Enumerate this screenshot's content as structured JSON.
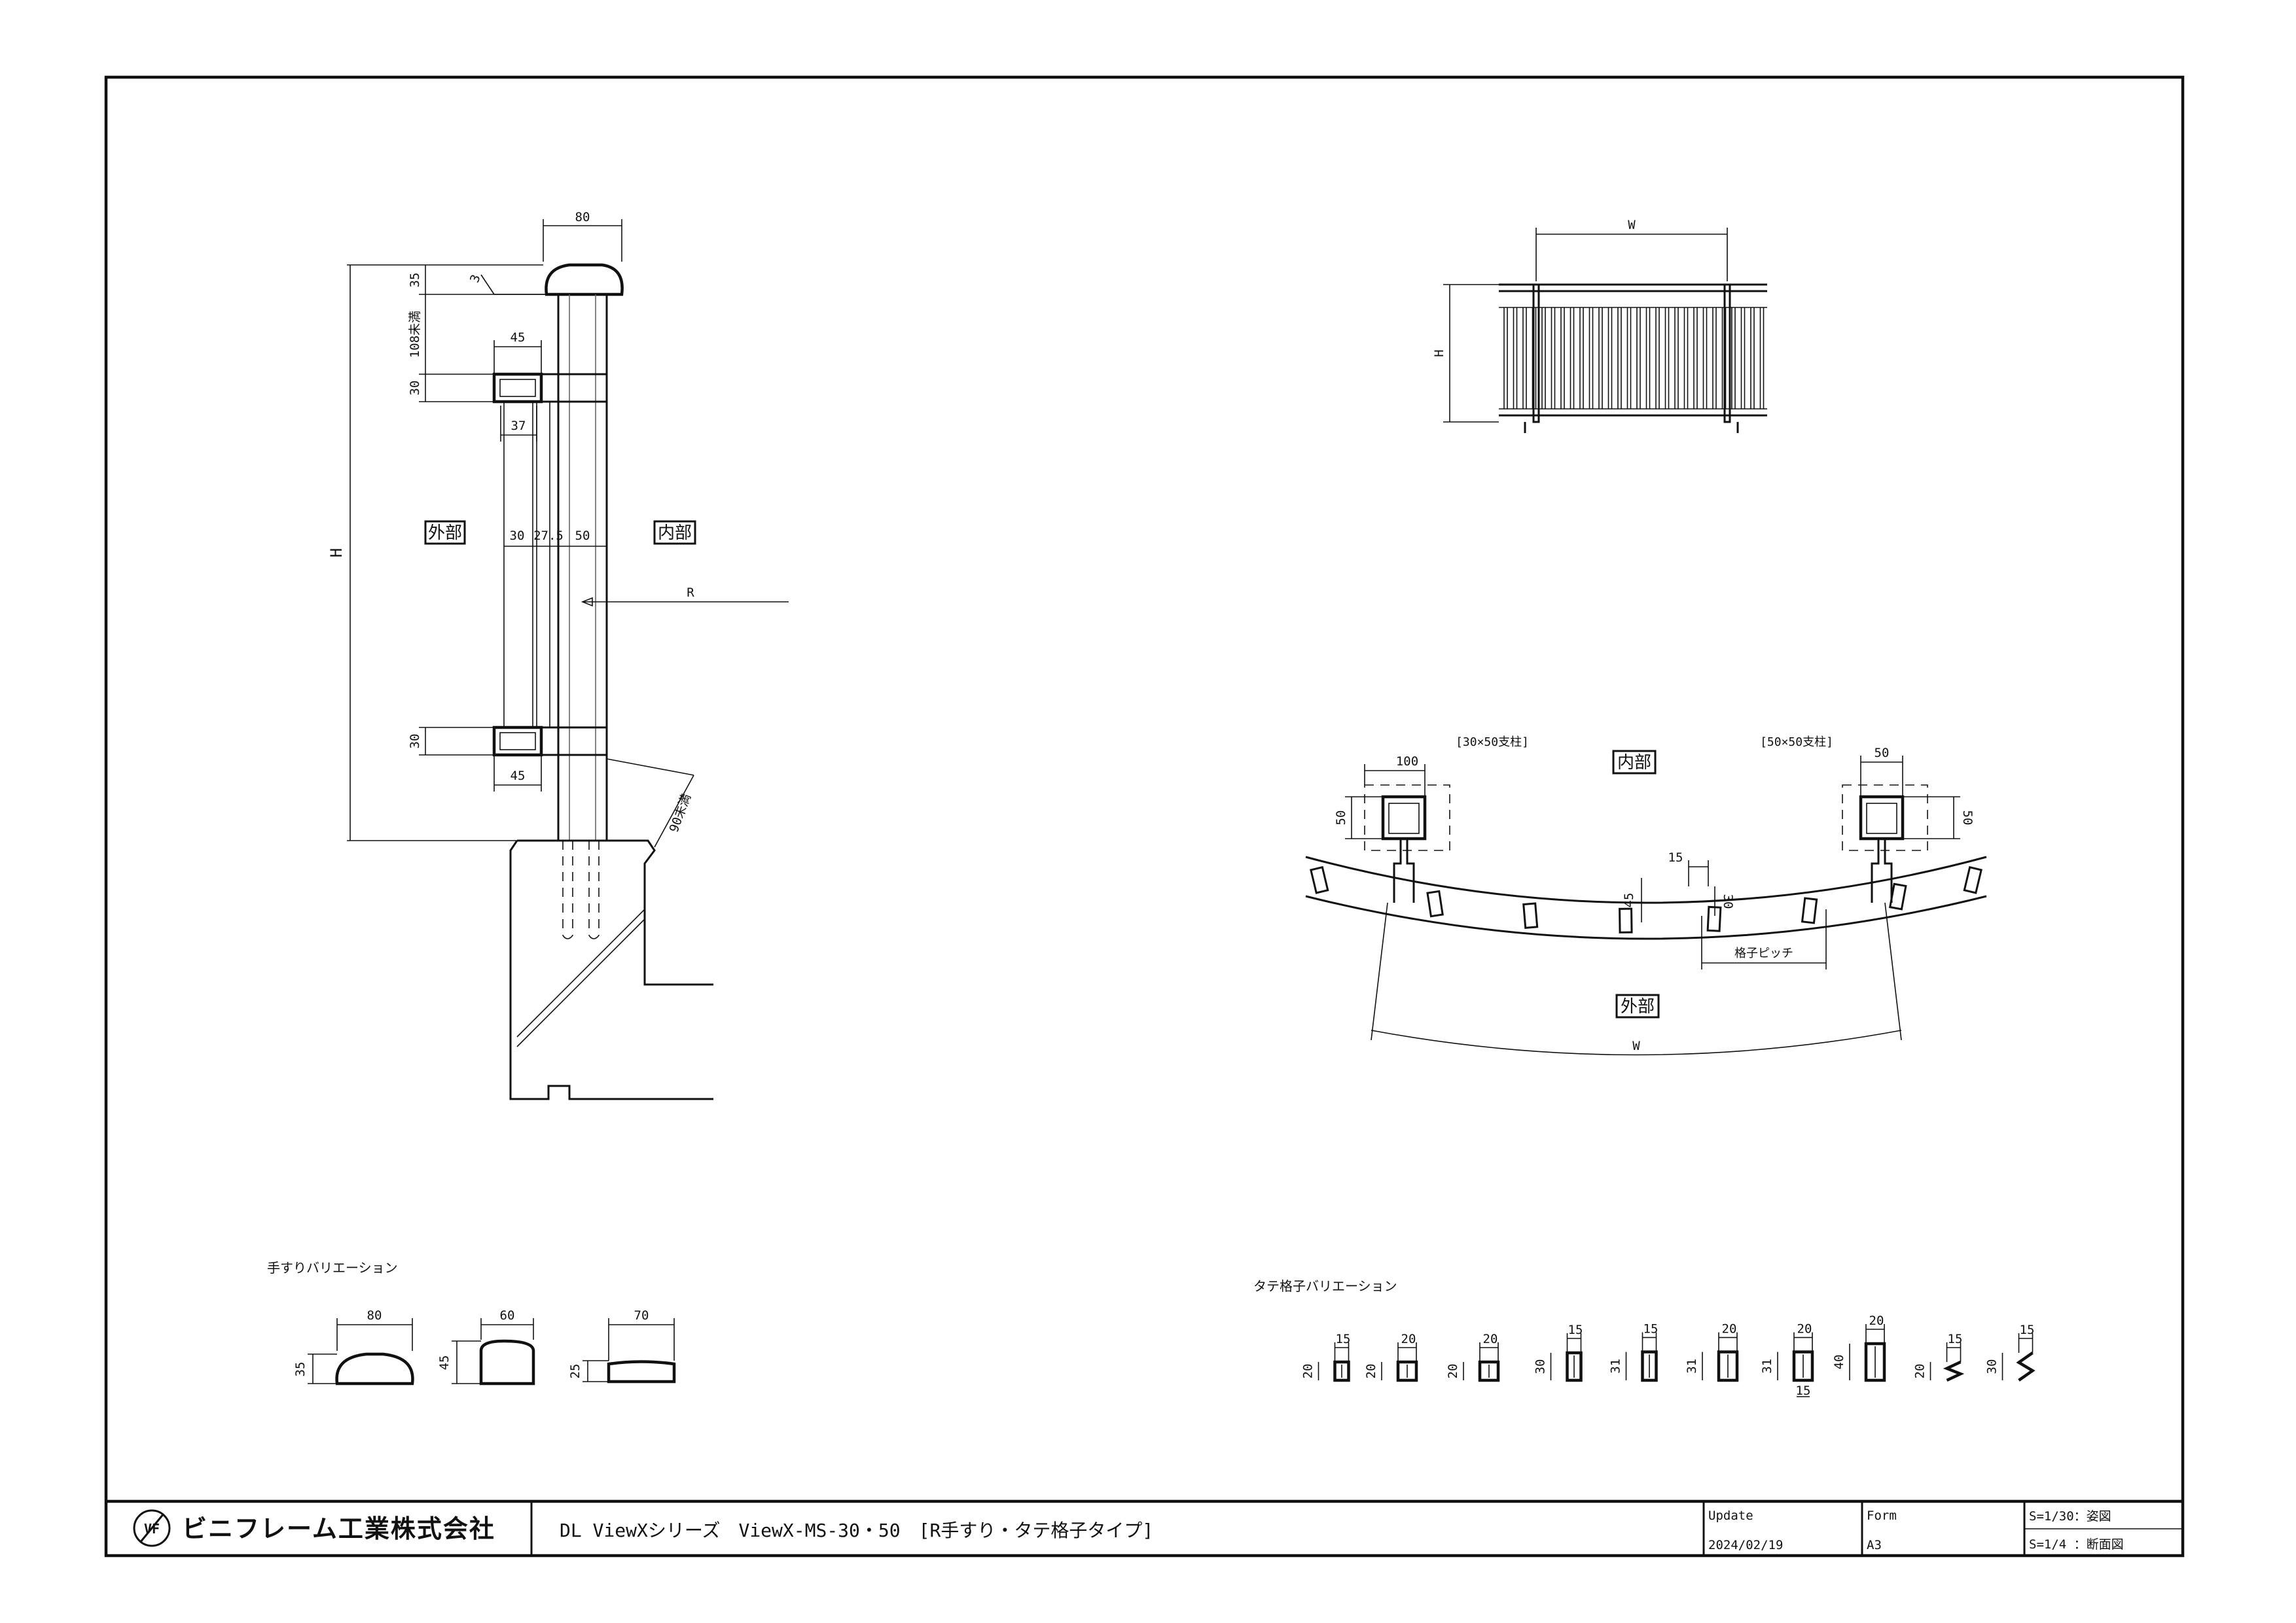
{
  "side_section": {
    "dim_width": "80",
    "dim_top": "35",
    "dim_gap": "3",
    "dim_under": "108未満",
    "dim_rail_top": "30",
    "dim_rail_w": "45",
    "dim_inner": "37",
    "dim_h": "H",
    "label_outside": "外部",
    "label_inside": "内部",
    "dim_mid_a": "30",
    "dim_mid_b": "27.5",
    "dim_mid_c": "50",
    "dim_r": "R",
    "dim_rail_bottom": "30",
    "dim_rail_w2": "45",
    "dim_under90": "90未満"
  },
  "elevation": {
    "dim_w": "W",
    "dim_h": "H"
  },
  "plan": {
    "label_post_a": "[30×50支柱]",
    "label_post_b": "[50×50支柱]",
    "label_inside": "内部",
    "label_outside": "外部",
    "dim_100": "100",
    "dim_50_left": "50",
    "dim_50_top": "50",
    "dim_50_right": "50",
    "dim_15": "15",
    "dim_45": "45",
    "dim_30": "30",
    "label_pitch": "格子ピッチ",
    "dim_w": "W"
  },
  "handrail_variations": {
    "title": "手すりバリエーション",
    "items": [
      {
        "w": "80",
        "h": "35"
      },
      {
        "w": "60",
        "h": "45"
      },
      {
        "w": "70",
        "h": "25"
      }
    ]
  },
  "baluster_variations": {
    "title": "タテ格子バリエーション",
    "items": [
      {
        "w": "15",
        "h": "20"
      },
      {
        "w": "20",
        "h": "20"
      },
      {
        "w": "20",
        "h": "20"
      },
      {
        "w": "15",
        "h": "30"
      },
      {
        "w": "15",
        "h": "31"
      },
      {
        "w": "20",
        "h": "31"
      },
      {
        "w": "20",
        "h": "31",
        "extra": "15"
      },
      {
        "w": "20",
        "h": "40"
      },
      {
        "w": "15",
        "h": "20"
      },
      {
        "w": "15",
        "h": "30"
      }
    ]
  },
  "title_block": {
    "company": "ビニフレーム工業株式会社",
    "logo_mark": "VF",
    "drawing_title": "DL ViewXシリーズ　ViewX-MS-30・50　[R手すり・タテ格子タイプ]",
    "update_label": "Update",
    "update_value": "2024/02/19",
    "form_label": "Form",
    "form_value": "A3",
    "scale_1": "S=1/30：姿図",
    "scale_2": "S=1/4 ：断面図"
  }
}
